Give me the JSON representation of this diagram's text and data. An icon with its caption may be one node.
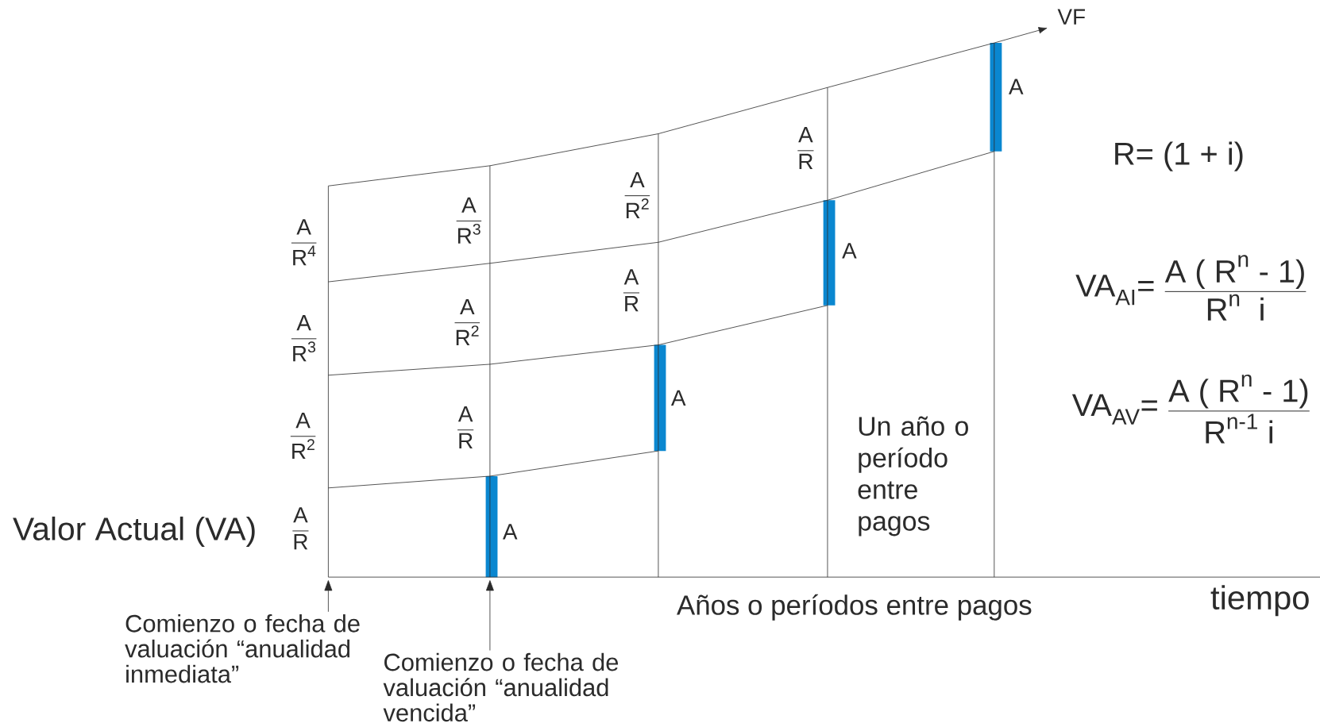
{
  "diagram": {
    "nodes": [
      {
        "text": [
          "Comienzo o fecha de valuación “anualidad inmediata”"
        ]
      },
      {
        "text": [
          "Comienzo o fecha de valuación “anualidad vencida”"
        ]
      }
    ],
    "edges": [
      {
        "from": 0,
        "to": null,
        "arrow": "to"
      },
      {
        "from": 1,
        "to": null,
        "arrow": "to"
      }
    ],
    "labels": [
      "VF",
      "A",
      "R= (1 + i)",
      "\\frac{\\text{A}}{\\text{R}}",
      "\\frac{\\text{A}}{\\text{R}^{\\text{2}}}",
      "\\frac{\\text{A}}{\\text{R}^{\\text{3}}}",
      "\\frac{\\text{A}}{\\text{R}^{\\text{4}}}",
      "A",
      "\\text{VA}_{\\text{AI}}\\text{= }\\frac{\\text{A ( R}^{\\text{n}}\\text{ - 1)}}{\\text{R}^{\\text{n}}\\text{ \\ i}}",
      "\\frac{\\text{A}}{\\text{R}}",
      "\\frac{\\text{A}}{\\text{R}^{\\text{2}}}",
      "\\frac{\\text{A}}{\\text{R}^{\\text{3}}}",
      "A",
      "\\text{VA}_{\\text{AV}}\\text{= }\\frac{\\text{A ( R}^{\\text{n}}\\text{ - 1)}}{\\text{R}^{\\text{n-1}}\\text{ i}}",
      "Un año o período entre pagos",
      "\\frac{\\text{A}}{\\text{R}}",
      "\\frac{\\text{A}}{\\text{R}^{\\text{2}}}",
      "A",
      "Valor Actual (VA)",
      "\\frac{\\text{A}}{\\text{R}}",
      "Años o períodos entre pagos",
      "tiempo"
    ]
  }
}
